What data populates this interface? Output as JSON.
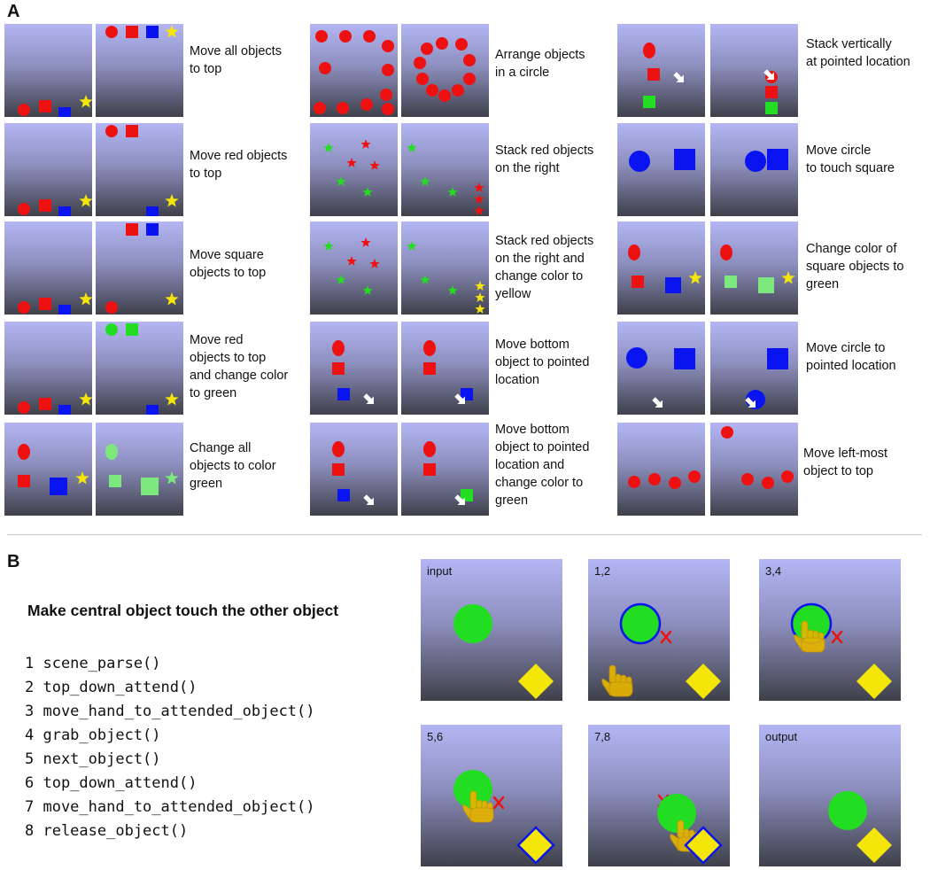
{
  "panel_a": {
    "letter": "A",
    "tasks": [
      {
        "caption": "Move all objects\nto top"
      },
      {
        "caption": "Move red objects\nto top"
      },
      {
        "caption": "Move square\nobjects to top"
      },
      {
        "caption": "Move red\nobjects to top\nand change color\nto green"
      },
      {
        "caption": "Change all\nobjects to color\ngreen"
      },
      {
        "caption": "Arrange objects\nin a circle"
      },
      {
        "caption": "Stack red objects\non the right"
      },
      {
        "caption": "Stack red objects\non the right and\nchange color to\nyellow"
      },
      {
        "caption": "Move bottom\nobject to pointed\nlocation"
      },
      {
        "caption": "Move bottom\nobject to pointed\nlocation and\nchange color to\ngreen"
      },
      {
        "caption": "Stack vertically\nat pointed location"
      },
      {
        "caption": "Move circle\nto touch square"
      },
      {
        "caption": "Change color of\nsquare objects to\ngreen"
      },
      {
        "caption": "Move circle to\npointed location"
      },
      {
        "caption": "Move left-most\nobject to top"
      }
    ]
  },
  "panel_b": {
    "letter": "B",
    "task_title": "Make central object touch the other object",
    "program": [
      "1 scene_parse()",
      "2 top_down_attend()",
      "3 move_hand_to_attended_object()",
      "4 grab_object()",
      "5 next_object()",
      "6 top_down_attend()",
      "7 move_hand_to_attended_object()",
      "8 release_object()"
    ],
    "frames": [
      {
        "label": "input"
      },
      {
        "label": "1,2"
      },
      {
        "label": "3,4"
      },
      {
        "label": "5,6"
      },
      {
        "label": "7,8"
      },
      {
        "label": "output"
      }
    ]
  },
  "colors": {
    "red": "#ee1111",
    "blue": "#0a14f0",
    "yellow": "#f5e60a",
    "green": "#22dd22",
    "light_green": "#7de87d",
    "hand": "#e6b400",
    "mark": "#ee1111"
  }
}
